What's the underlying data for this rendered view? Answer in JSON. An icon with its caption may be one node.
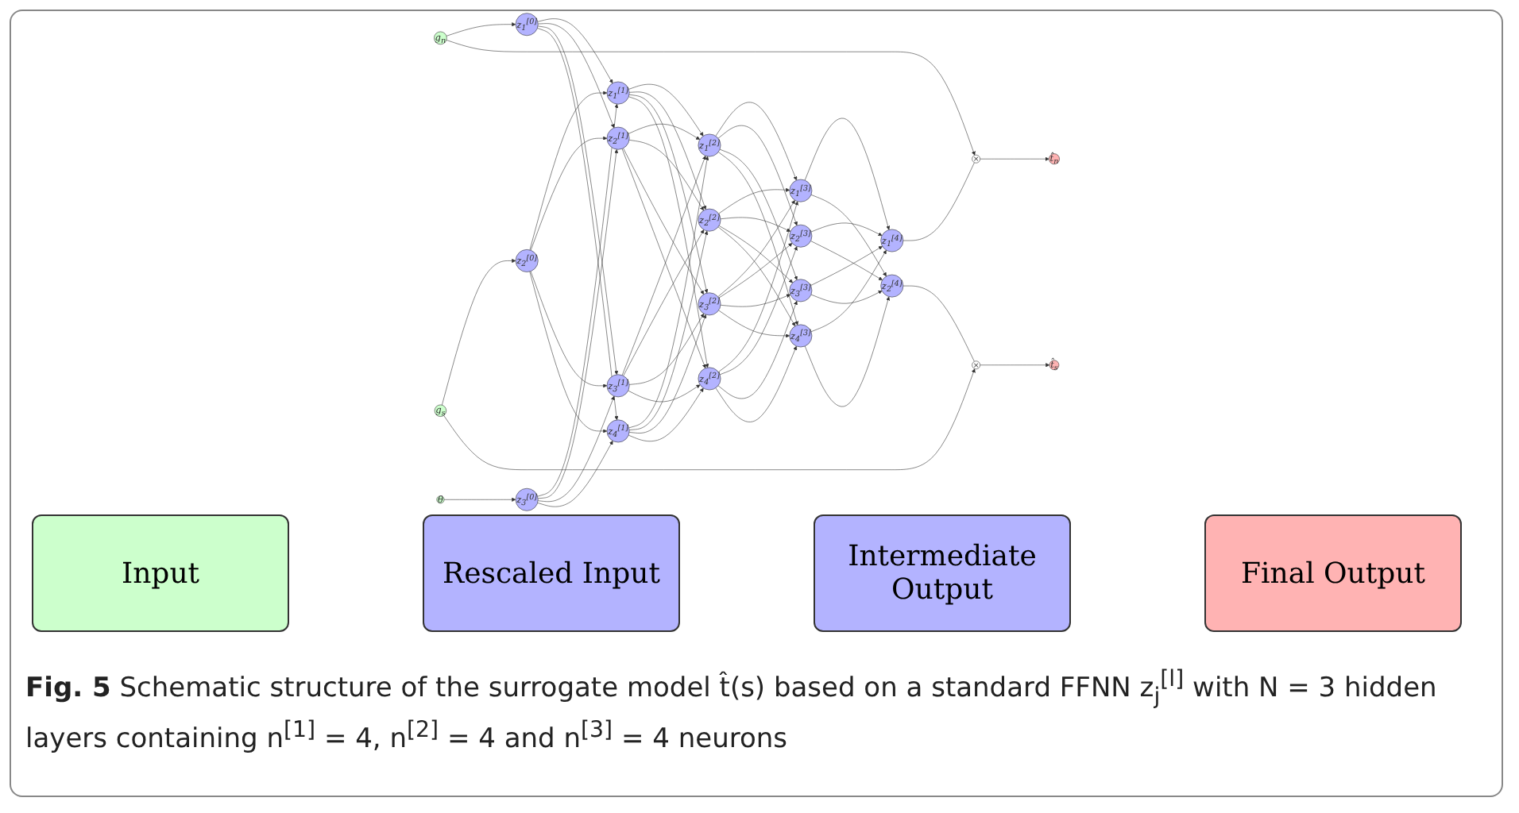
{
  "diagram": {
    "caption": "**Fig. 5** Schematic structure of the surrogate model t̂(s) based on a standard FFNN z$_{j}$$^{[l]}$ with N = 3 hidden layers containing n$^{[1]}$ = 4, n$^{[2]}$ = 4 and n$^{[3]}$ = 4 neurons",
    "nodes": [
      {
        "text": [
          "g$_{n}$"
        ]
      },
      {
        "text": [
          "g$_{s}$"
        ]
      },
      {
        "text": [
          "θ"
        ]
      },
      {
        "text": [
          "z$_{1}$$^{[0]}$"
        ]
      },
      {
        "text": [
          "z$_{2}$$^{[0]}$"
        ]
      },
      {
        "text": [
          "z$_{3}$$^{[0]}$"
        ]
      },
      {
        "text": [
          "z$_{1}$$^{[1]}$"
        ]
      },
      {
        "text": [
          "z$_{2}$$^{[1]}$"
        ]
      },
      {
        "text": [
          "z$_{3}$$^{[1]}$"
        ]
      },
      {
        "text": [
          "z$_{4}$$^{[1]}$"
        ]
      },
      {
        "text": [
          "z$_{1}$$^{[2]}$"
        ]
      },
      {
        "text": [
          "z$_{2}$$^{[2]}$"
        ]
      },
      {
        "text": [
          "z$_{3}$$^{[2]}$"
        ]
      },
      {
        "text": [
          "z$_{4}$$^{[2]}$"
        ]
      },
      {
        "text": [
          "z$_{1}$$^{[3]}$"
        ]
      },
      {
        "text": [
          "z$_{2}$$^{[3]}$"
        ]
      },
      {
        "text": [
          "z$_{3}$$^{[3]}$"
        ]
      },
      {
        "text": [
          "z$_{4}$$^{[3]}$"
        ]
      },
      {
        "text": [
          "z$_{1}$$^{[4]}$"
        ]
      },
      {
        "text": [
          "z$_{2}$$^{[4]}$"
        ]
      },
      {
        "text": [
          "×"
        ]
      },
      {
        "text": [
          "×"
        ]
      },
      {
        "text": [
          "t̂$_{n}$"
        ]
      },
      {
        "text": [
          "t̂$_{s}$"
        ]
      }
    ],
    "edges": [
      {
        "from": 0,
        "to": 3,
        "arrow": "to"
      },
      {
        "from": 1,
        "to": 4,
        "arrow": "to"
      },
      {
        "from": 2,
        "to": 5,
        "arrow": "to"
      },
      {
        "from": 0,
        "to": 20,
        "arrow": "to"
      },
      {
        "from": 1,
        "to": 21,
        "arrow": "to"
      },
      {
        "from": 3,
        "to": 6,
        "arrow": "to"
      },
      {
        "from": 3,
        "to": 7,
        "arrow": "to"
      },
      {
        "from": 3,
        "to": 8,
        "arrow": "to"
      },
      {
        "from": 3,
        "to": 9,
        "arrow": "to"
      },
      {
        "from": 4,
        "to": 6,
        "arrow": "to"
      },
      {
        "from": 4,
        "to": 7,
        "arrow": "to"
      },
      {
        "from": 4,
        "to": 8,
        "arrow": "to"
      },
      {
        "from": 4,
        "to": 9,
        "arrow": "to"
      },
      {
        "from": 5,
        "to": 6,
        "arrow": "to"
      },
      {
        "from": 5,
        "to": 7,
        "arrow": "to"
      },
      {
        "from": 5,
        "to": 8,
        "arrow": "to"
      },
      {
        "from": 5,
        "to": 9,
        "arrow": "to"
      },
      {
        "from": 6,
        "to": 10,
        "arrow": "to"
      },
      {
        "from": 6,
        "to": 11,
        "arrow": "to"
      },
      {
        "from": 6,
        "to": 12,
        "arrow": "to"
      },
      {
        "from": 6,
        "to": 13,
        "arrow": "to"
      },
      {
        "from": 7,
        "to": 10,
        "arrow": "to"
      },
      {
        "from": 7,
        "to": 11,
        "arrow": "to"
      },
      {
        "from": 7,
        "to": 12,
        "arrow": "to"
      },
      {
        "from": 7,
        "to": 13,
        "arrow": "to"
      },
      {
        "from": 8,
        "to": 10,
        "arrow": "to"
      },
      {
        "from": 8,
        "to": 11,
        "arrow": "to"
      },
      {
        "from": 8,
        "to": 12,
        "arrow": "to"
      },
      {
        "from": 8,
        "to": 13,
        "arrow": "to"
      },
      {
        "from": 9,
        "to": 10,
        "arrow": "to"
      },
      {
        "from": 9,
        "to": 11,
        "arrow": "to"
      },
      {
        "from": 9,
        "to": 12,
        "arrow": "to"
      },
      {
        "from": 9,
        "to": 13,
        "arrow": "to"
      },
      {
        "from": 10,
        "to": 14,
        "arrow": "to"
      },
      {
        "from": 10,
        "to": 15,
        "arrow": "to"
      },
      {
        "from": 10,
        "to": 16,
        "arrow": "to"
      },
      {
        "from": 10,
        "to": 17,
        "arrow": "to"
      },
      {
        "from": 11,
        "to": 14,
        "arrow": "to"
      },
      {
        "from": 11,
        "to": 15,
        "arrow": "to"
      },
      {
        "from": 11,
        "to": 16,
        "arrow": "to"
      },
      {
        "from": 11,
        "to": 17,
        "arrow": "to"
      },
      {
        "from": 12,
        "to": 14,
        "arrow": "to"
      },
      {
        "from": 12,
        "to": 15,
        "arrow": "to"
      },
      {
        "from": 12,
        "to": 16,
        "arrow": "to"
      },
      {
        "from": 12,
        "to": 17,
        "arrow": "to"
      },
      {
        "from": 13,
        "to": 14,
        "arrow": "to"
      },
      {
        "from": 13,
        "to": 15,
        "arrow": "to"
      },
      {
        "from": 13,
        "to": 16,
        "arrow": "to"
      },
      {
        "from": 13,
        "to": 17,
        "arrow": "to"
      },
      {
        "from": 14,
        "to": 18,
        "arrow": "to"
      },
      {
        "from": 14,
        "to": 19,
        "arrow": "to"
      },
      {
        "from": 15,
        "to": 18,
        "arrow": "to"
      },
      {
        "from": 15,
        "to": 19,
        "arrow": "to"
      },
      {
        "from": 16,
        "to": 18,
        "arrow": "to"
      },
      {
        "from": 16,
        "to": 19,
        "arrow": "to"
      },
      {
        "from": 17,
        "to": 18,
        "arrow": "to"
      },
      {
        "from": 17,
        "to": 19,
        "arrow": "to"
      },
      {
        "from": 18,
        "to": 20,
        "arrow": "none"
      },
      {
        "from": 19,
        "to": 21,
        "arrow": "none"
      },
      {
        "from": 20,
        "to": 22,
        "arrow": "to"
      },
      {
        "from": 21,
        "to": 23,
        "arrow": "to"
      }
    ],
    "legend": [
      {
        "text": "Input",
        "color": "#ccffcc"
      },
      {
        "text": "Rescaled Input",
        "color": "#b3b3ff"
      },
      {
        "text": "Intermediate Output",
        "color": "#b3b3ff"
      },
      {
        "text": "Final Output",
        "color": "#ffb3b3"
      }
    ]
  }
}
